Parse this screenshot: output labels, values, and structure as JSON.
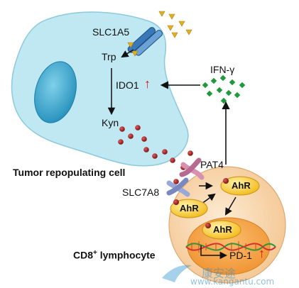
{
  "labels": {
    "slc1a5": "SLC1A5",
    "trp": "Trp",
    "ido1": "IDO1",
    "kyn": "Kyn",
    "ifn": "IFN-γ",
    "tumor_cell": "Tumor repopulating cell",
    "pat4": "PAT4",
    "slc7a8": "SLC7A8",
    "ahr_cyto": "AhR",
    "ahr_left": "AhR",
    "ahr_nucleus": "AhR",
    "cd8": "CD8",
    "cd8_sup": "+",
    "cd8_suffix": " lymphocyte",
    "pd1": "PD-1"
  },
  "watermark": {
    "chinese": "康安途",
    "url": "www.kangantu.com"
  },
  "colors": {
    "tumor_cell_fill": "#bfe8f2",
    "nucleus_fill": "#3aa9cf",
    "lymphocyte_fill": "#f9d9b4",
    "lymph_nucleus_fill": "#f4a24a",
    "ahr_fill": "#f8d24a",
    "kyn_dot": "#9b1c1c",
    "ifn_dot": "#1f9a3a",
    "trp_triangle": "#e0b020",
    "up_arrow": "#e01010"
  }
}
